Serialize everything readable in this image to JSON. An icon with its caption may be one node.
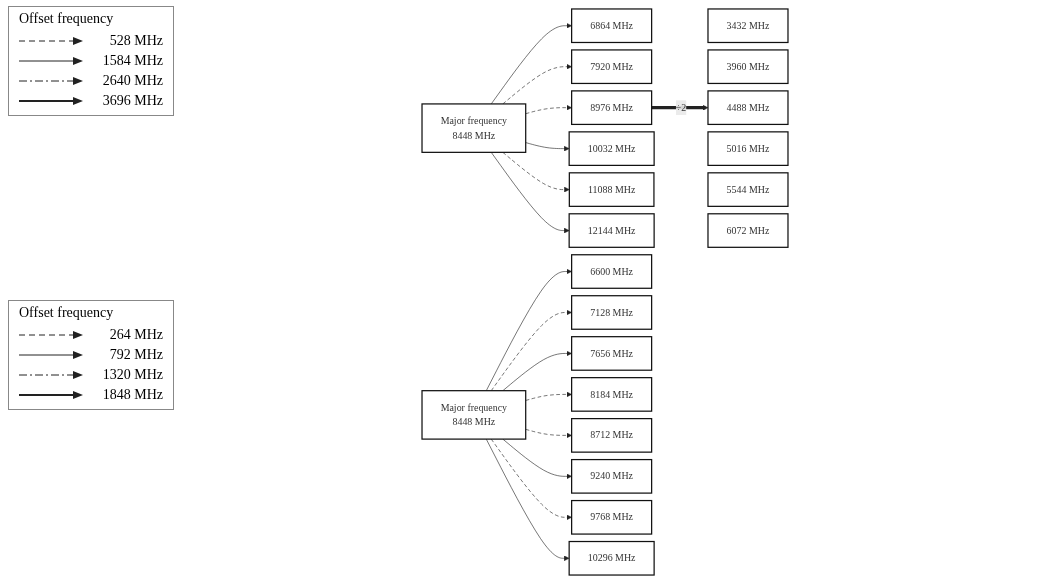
{
  "diagram": {
    "nodes": [
      {
        "text": [
          "Major frequency",
          "8448 MHz"
        ]
      },
      {
        "text": [
          "6864 MHz"
        ]
      },
      {
        "text": [
          "7920 MHz"
        ]
      },
      {
        "text": [
          "8976 MHz"
        ]
      },
      {
        "text": [
          "10032 MHz"
        ]
      },
      {
        "text": [
          "11088 MHz"
        ]
      },
      {
        "text": [
          "12144 MHz"
        ]
      },
      {
        "text": [
          "3432 MHz"
        ]
      },
      {
        "text": [
          "3960 MHz"
        ]
      },
      {
        "text": [
          "4488 MHz"
        ]
      },
      {
        "text": [
          "5016 MHz"
        ]
      },
      {
        "text": [
          "5544 MHz"
        ]
      },
      {
        "text": [
          "6072 MHz"
        ]
      },
      {
        "text": [
          "Major frequency",
          "8448 MHz"
        ]
      },
      {
        "text": [
          "6600 MHz"
        ]
      },
      {
        "text": [
          "7128 MHz"
        ]
      },
      {
        "text": [
          "7656 MHz"
        ]
      },
      {
        "text": [
          "8184 MHz"
        ]
      },
      {
        "text": [
          "8712 MHz"
        ]
      },
      {
        "text": [
          "9240 MHz"
        ]
      },
      {
        "text": [
          "9768 MHz"
        ]
      },
      {
        "text": [
          "10296 MHz"
        ]
      }
    ],
    "edges": [
      {
        "from": 0,
        "to": 1,
        "arrow": "to"
      },
      {
        "from": 0,
        "to": 2,
        "arrow": "to",
        "style": "dashed"
      },
      {
        "from": 0,
        "to": 3,
        "arrow": "to",
        "style": "dashed"
      },
      {
        "from": 0,
        "to": 4,
        "arrow": "to"
      },
      {
        "from": 0,
        "to": 5,
        "arrow": "to",
        "style": "dashed"
      },
      {
        "from": 0,
        "to": 6,
        "arrow": "to"
      },
      {
        "from": 3,
        "to": 9,
        "arrow": "to",
        "label": "÷2",
        "style": "thick"
      },
      {
        "from": 13,
        "to": 14,
        "arrow": "to"
      },
      {
        "from": 13,
        "to": 15,
        "arrow": "to",
        "style": "dashed"
      },
      {
        "from": 13,
        "to": 16,
        "arrow": "to"
      },
      {
        "from": 13,
        "to": 17,
        "arrow": "to",
        "style": "dashed"
      },
      {
        "from": 13,
        "to": 18,
        "arrow": "to",
        "style": "dashed"
      },
      {
        "from": 13,
        "to": 19,
        "arrow": "to"
      },
      {
        "from": 13,
        "to": 20,
        "arrow": "to",
        "style": "dashed"
      },
      {
        "from": 13,
        "to": 21,
        "arrow": "to"
      }
    ],
    "labels": [
      "Offset frequency",
      "Offset frequency"
    ],
    "legend": [
      {
        "text": "528 MHz"
      },
      {
        "text": "1584 MHz"
      },
      {
        "text": "2640 MHz"
      },
      {
        "text": "3696 MHz"
      },
      {
        "text": "264 MHz"
      },
      {
        "text": "792 MHz"
      },
      {
        "text": "1320 MHz"
      },
      {
        "text": "1848 MHz"
      }
    ]
  }
}
